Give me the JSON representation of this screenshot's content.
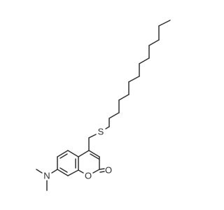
{
  "molecule": {
    "atoms": {
      "sulfur": "S",
      "nitrogen": "N",
      "ring_oxygen": "O",
      "carbonyl_oxygen": "O"
    },
    "colors": {
      "bond": "#303030",
      "label": "#303030",
      "background": "#ffffff"
    }
  }
}
